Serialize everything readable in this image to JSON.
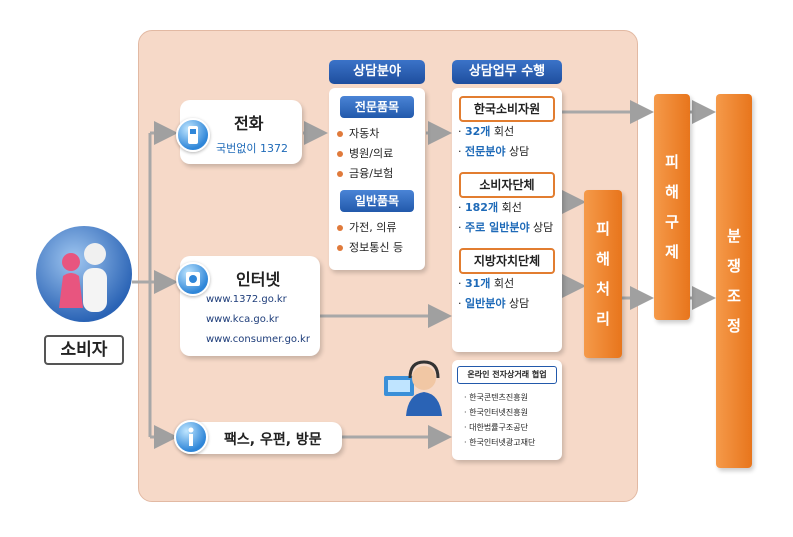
{
  "consumer": {
    "label": "소비자",
    "icon": "consumer-people-icon"
  },
  "channels": {
    "phone": {
      "title": "전화",
      "detail": "국번없이 1372",
      "icon": "phone-icon"
    },
    "internet": {
      "title": "인터넷",
      "urls": [
        "www.1372.go.kr",
        "www.kca.go.kr",
        "www.consumer.go.kr"
      ],
      "icon": "internet-icon"
    },
    "other": {
      "title": "팩스, 우편, 방문",
      "icon": "info-icon"
    }
  },
  "fields": {
    "header": "상담분야",
    "specialized": {
      "title": "전문품목",
      "items": [
        "자동차",
        "병원/의료",
        "금융/보험"
      ]
    },
    "general": {
      "title": "일반품목",
      "items": [
        "가전, 의류",
        "정보통신 등"
      ]
    }
  },
  "execution": {
    "header": "상담업무 수행",
    "kca": {
      "name": "한국소비자원",
      "count": "32개",
      "count_suffix": " 회선",
      "field": "전문분야",
      "field_suffix": " 상담"
    },
    "groups": {
      "name": "소비자단체",
      "count": "182개",
      "count_suffix": " 회선",
      "field_prefix": "주로 ",
      "field": "일반분야",
      "field_suffix": " 상담"
    },
    "local": {
      "name": "지방자치단체",
      "count": "31개",
      "count_suffix": " 회선",
      "field": "일반분야",
      "field_suffix": " 상담"
    },
    "online": {
      "title": "온라인 전자상거래 협업",
      "items": [
        "한국콘텐츠진흥원",
        "한국인터넷진흥원",
        "대한법률구조공단",
        "한국인터넷광고재단"
      ]
    }
  },
  "stages": {
    "processing": [
      "피",
      "해",
      "처",
      "리"
    ],
    "relief": [
      "피",
      "해",
      "구",
      "제"
    ],
    "dispute": [
      "분",
      "쟁",
      "조",
      "정"
    ]
  },
  "colors": {
    "accent_orange": "#e8751c",
    "header_blue": "#2259ab",
    "panel": "#f6d9c8",
    "arrow": "#a0a0a0"
  }
}
